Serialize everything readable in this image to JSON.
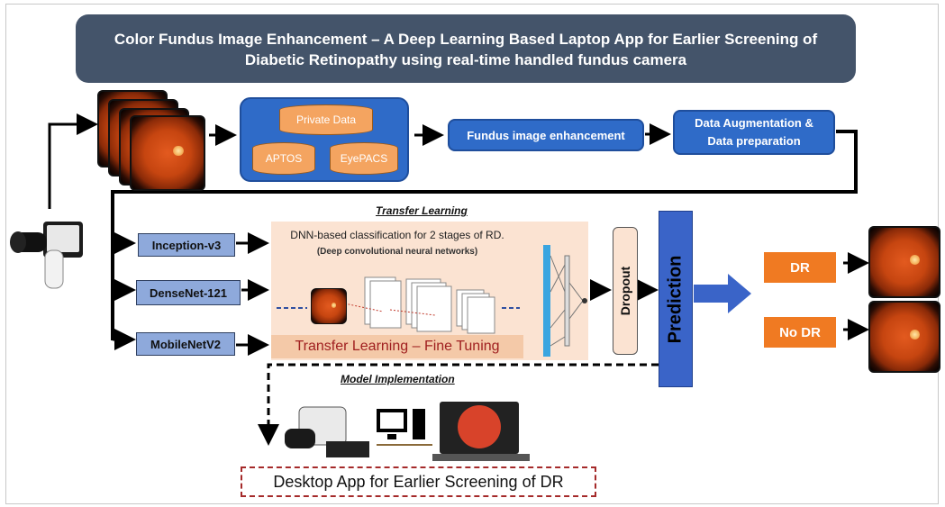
{
  "title": {
    "line1": "Color Fundus Image Enhancement – A Deep Learning Based Laptop App for Earlier Screening  of",
    "line2": "Diabetic Retinopathy using real-time handled fundus camera"
  },
  "datasets": {
    "private": "Private Data",
    "aptos": "APTOS",
    "eyepacs": "EyePACS"
  },
  "pipeline": {
    "enhancement": "Fundus image enhancement",
    "augmentation_line1": "Data Augmentation &",
    "augmentation_line2": "Data preparation"
  },
  "transfer_learning": {
    "heading": "Transfer Learning",
    "dnn_title": "DNN-based classification for 2 stages of RD.",
    "dnn_subtitle": "(Deep convolutional neural networks)",
    "fine_tuning": "Transfer Learning – Fine Tuning"
  },
  "models": [
    "Inception-v3",
    "DenseNet-121",
    "MobileNetV2"
  ],
  "dropout": "Dropout",
  "prediction": "Prediction",
  "outputs": {
    "dr": "DR",
    "no_dr": "No DR"
  },
  "implementation": {
    "heading": "Model Implementation",
    "desktop_app": "Desktop App for Earlier Screening of DR"
  },
  "colors": {
    "title_bg": "#44546a",
    "blue_box": "#2f6bc8",
    "model_box": "#8ea9db",
    "orange": "#f07a22",
    "cylinder": "#f4a460",
    "panel": "#fbe3d2",
    "prediction": "#3a64c8",
    "dashed_border": "#a52a2a"
  }
}
